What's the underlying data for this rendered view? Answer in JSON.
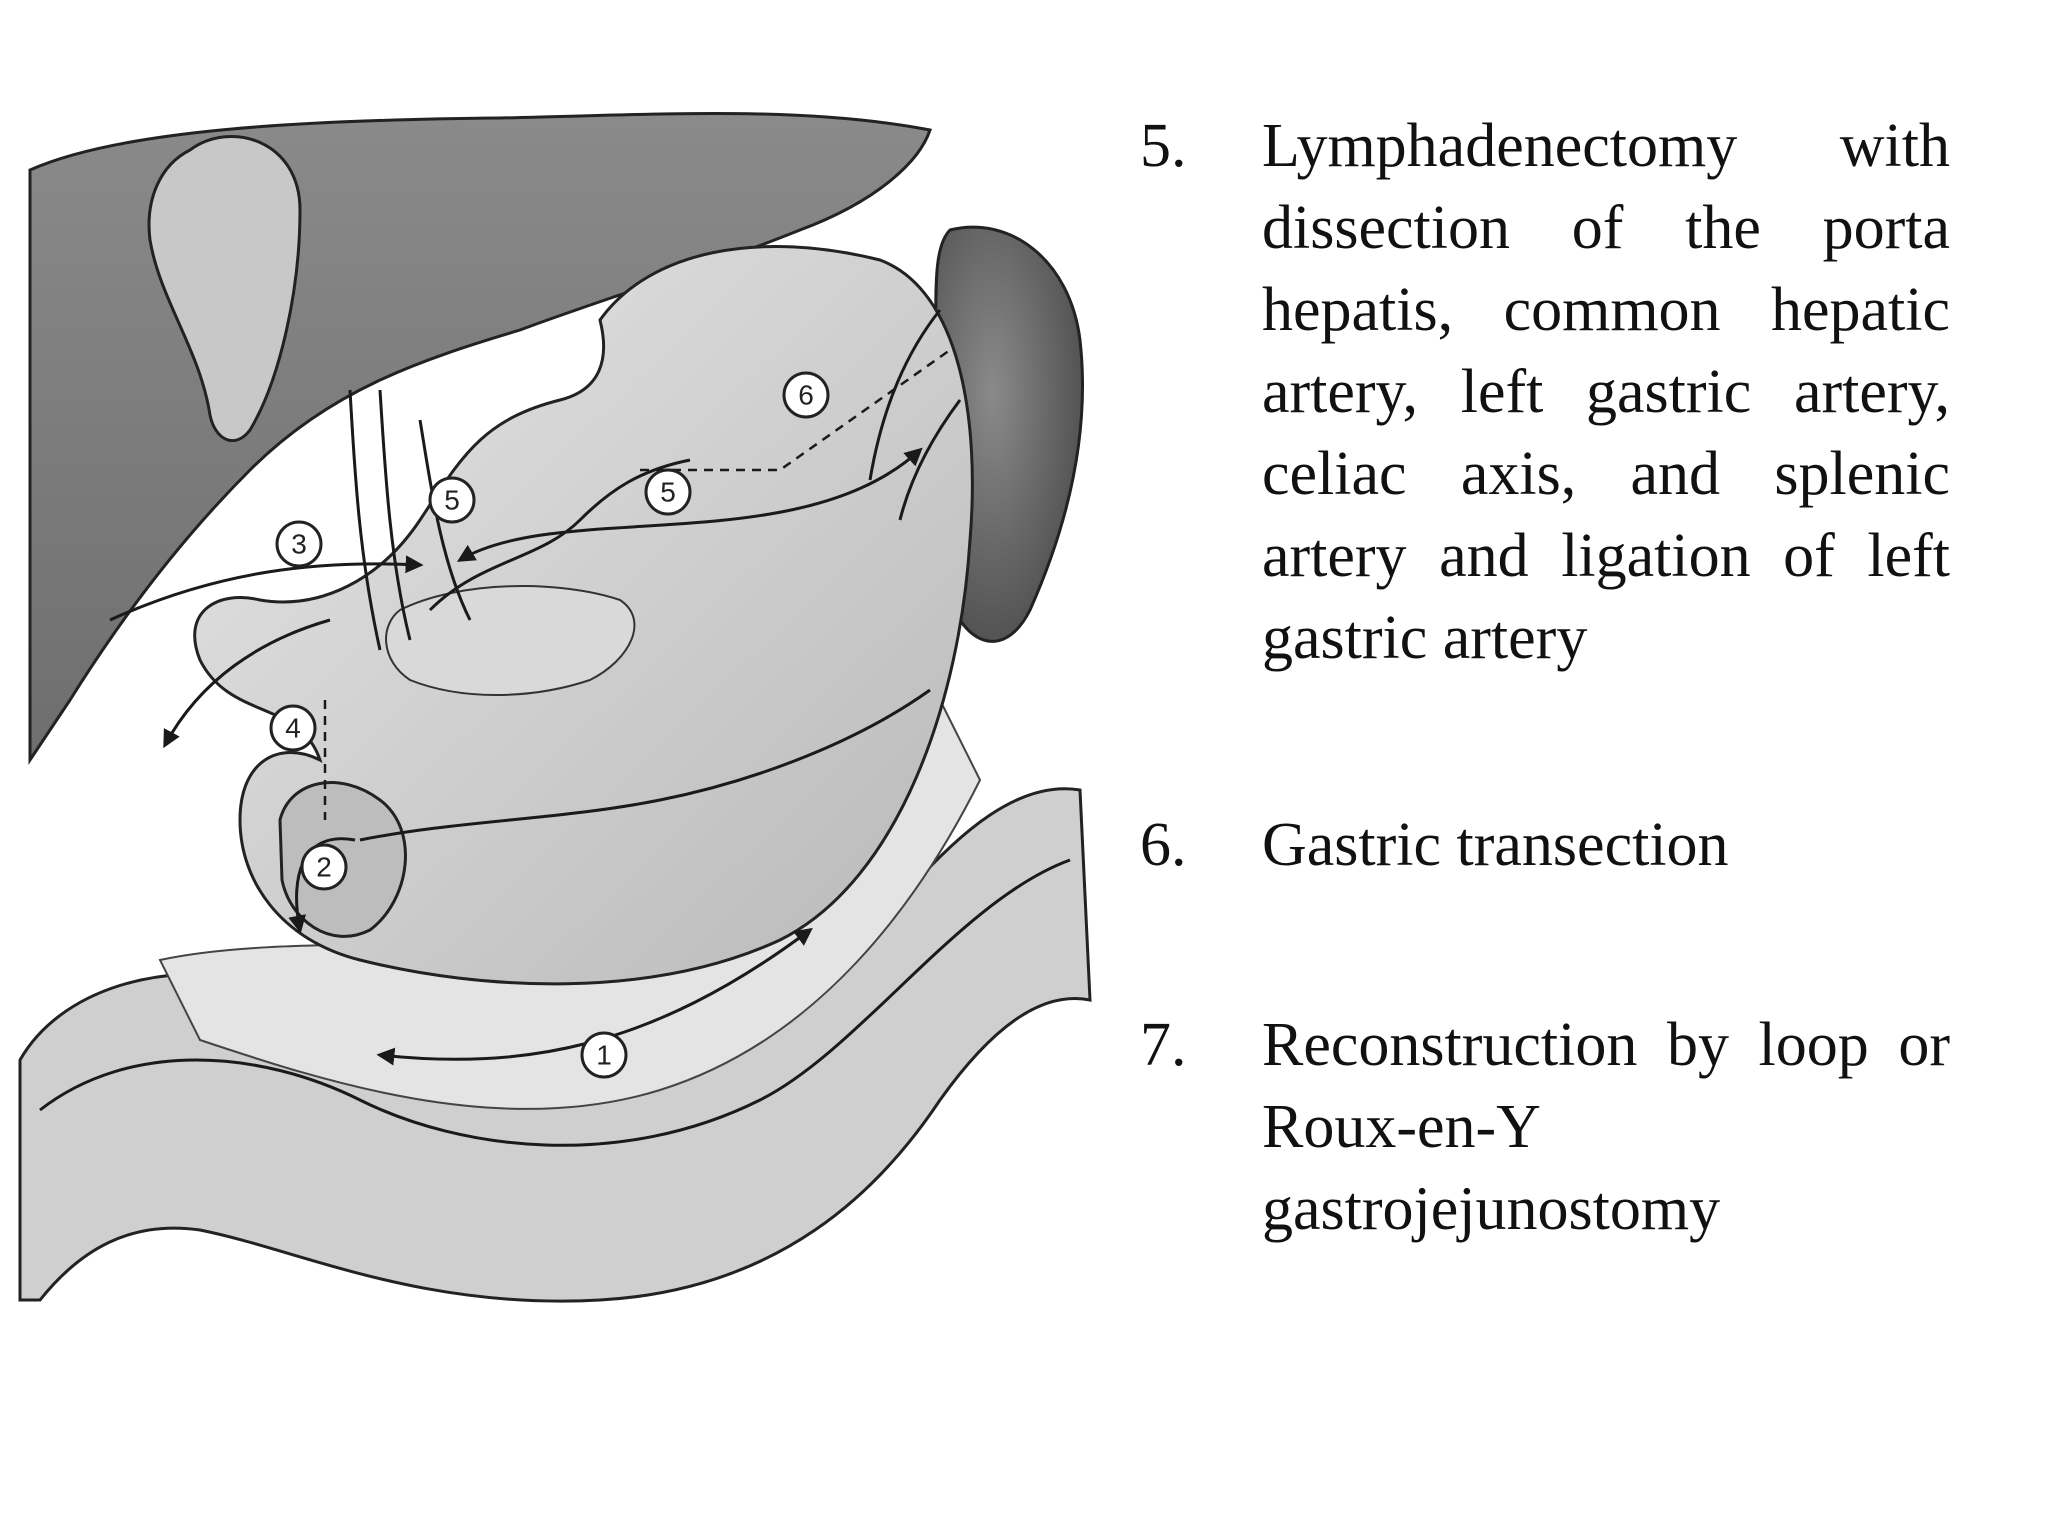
{
  "illustration": {
    "markers": [
      "1",
      "2",
      "3",
      "4",
      "5",
      "5",
      "6"
    ]
  },
  "steps": [
    {
      "number": "5.",
      "text": "Lymphadenectomy with dissection of the porta hepatis, common hepatic artery, left gastric artery, celiac axis, and splenic artery and ligation of left gastric artery"
    },
    {
      "number": "6.",
      "text": "Gastric transection"
    },
    {
      "number": "7.",
      "text": "Reconstruction by loop or Roux-en-Y gastrojejunostomy"
    }
  ]
}
